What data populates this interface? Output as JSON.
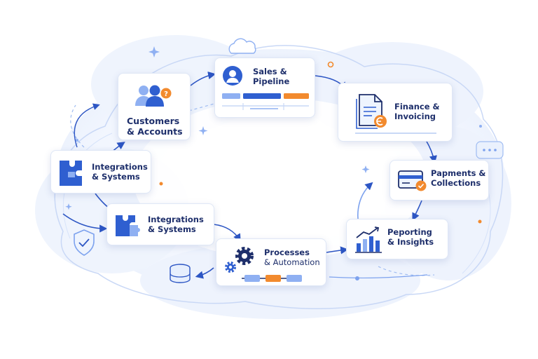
{
  "nodes": {
    "customers": {
      "line1": "Customers",
      "line2": "& Accounts"
    },
    "sales": {
      "line1": "Sales &",
      "line2": "Pipeline"
    },
    "finance": {
      "line1": "Finance &",
      "line2": "Invoicing"
    },
    "integrations_left": {
      "line1": "Integrations",
      "line2": "& Systems"
    },
    "payments": {
      "line1": "Papments &",
      "line2": "Collections"
    },
    "integrations_mid": {
      "line1": "Integrations",
      "line2": "& Systems"
    },
    "reporting": {
      "line1": "Peporting",
      "line2": "& Insights"
    },
    "processes": {
      "line1": "Processes",
      "line2": "& Automation"
    }
  },
  "colors": {
    "navy": "#1e2f6b",
    "accent_blue": "#2f5fd0",
    "light_blue": "#8fb0f2",
    "orange": "#f28a2e",
    "arrow": "#2d56c4"
  },
  "icons": [
    "people-icon",
    "question-badge-icon",
    "user-circle-icon",
    "document-icon",
    "currency-badge-icon",
    "puzzle-icon",
    "credit-card-icon",
    "bar-chart-icon",
    "gear-icon",
    "database-icon",
    "shield-check-icon",
    "cloud-icon",
    "chat-bubble-icon"
  ]
}
